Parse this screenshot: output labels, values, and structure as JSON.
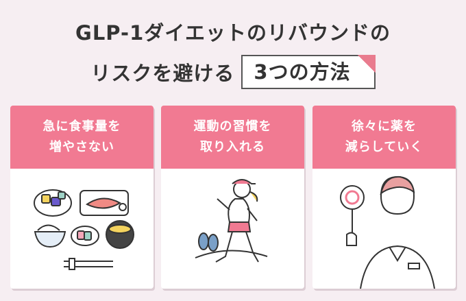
{
  "title": {
    "line1": "GLP-1ダイエットのリバウンドの",
    "line2_prefix": "リスクを避ける",
    "line2_box": "3つの方法"
  },
  "cards": [
    {
      "line1": "急に食事量を",
      "line2": "増やさない",
      "illustration": "meal-set-icon"
    },
    {
      "line1": "運動の習慣を",
      "line2": "取り入れる",
      "illustration": "walking-woman-icon"
    },
    {
      "line1": "徐々に薬を",
      "line2": "減らしていく",
      "illustration": "doctor-with-ok-sign-icon"
    }
  ],
  "colors": {
    "accent": "#f17a92",
    "background": "#f6eef2",
    "card": "#ffffff"
  }
}
